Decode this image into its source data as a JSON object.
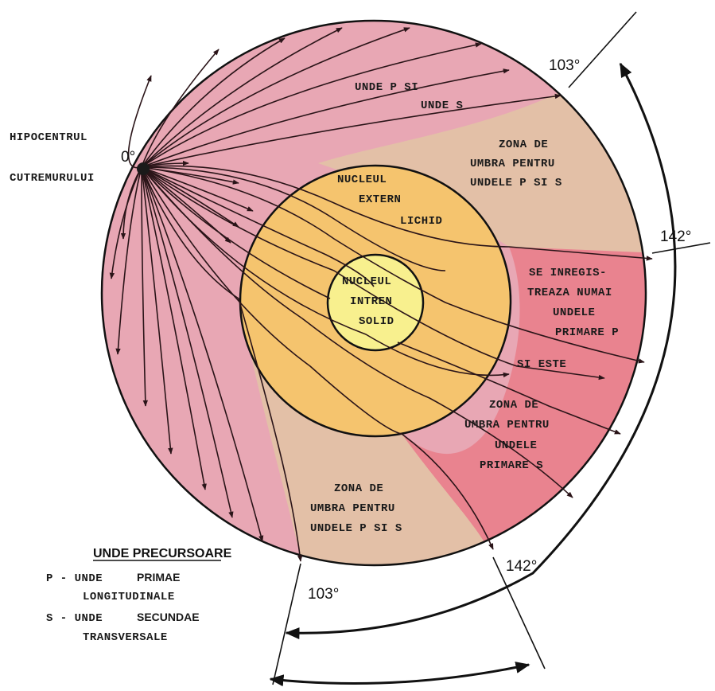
{
  "labels": {
    "hypocenter_line1": "HIPOCENTRUL",
    "hypocenter_line2": "CUTREMURULUI",
    "deg_0": "0°",
    "deg_103_top": "103°",
    "deg_142_right": "142°",
    "deg_142_bottom": "142°",
    "deg_103_bottom": "103°",
    "p_and_s_line1": "UNDE P SI",
    "p_and_s_line2": "UNDE S",
    "shadow_ps_top_line1": "ZONA DE",
    "shadow_ps_top_line2": "UMBRA PENTRU",
    "shadow_ps_top_line3": "UNDELE P SI S",
    "outer_core_line1": "NUCLEUL",
    "outer_core_line2": "EXTERN",
    "outer_core_line3": "LICHID",
    "inner_core_line1": "NUCLEUL",
    "inner_core_line2": "INTREN",
    "inner_core_line3": "SOLID",
    "p_only_line1": "SE INREGIS-",
    "p_only_line2": "TREAZA NUMAI",
    "p_only_line3": "UNDELE",
    "p_only_line4": "PRIMARE P",
    "p_only_line5": "SI ESTE",
    "shadow_s_line1": "ZONA DE",
    "shadow_s_line2": "UMBRA PENTRU",
    "shadow_s_line3": "UNDELE",
    "shadow_s_line4": "PRIMARE S",
    "shadow_ps_bottom_line1": "ZONA DE",
    "shadow_ps_bottom_line2": "UMBRA PENTRU",
    "shadow_ps_bottom_line3": "UNDELE P SI S"
  },
  "legend": {
    "title": "UNDE PRECURSOARE",
    "p_prefix": "P - UNDE",
    "p_word": "PRIMAE",
    "p_line2": "LONGITUDINALE",
    "s_prefix": "S - UNDE",
    "s_word": "SECUNDAE",
    "s_line2": "TRANSVERSALE"
  },
  "colors": {
    "mantle_pink": "#e8a7b4",
    "shadow_tan": "#e3c0a7",
    "p_only_red": "#e9838f",
    "outer_core": "#f5c46e",
    "inner_core": "#f8f08e",
    "ray": "#2a1418"
  }
}
